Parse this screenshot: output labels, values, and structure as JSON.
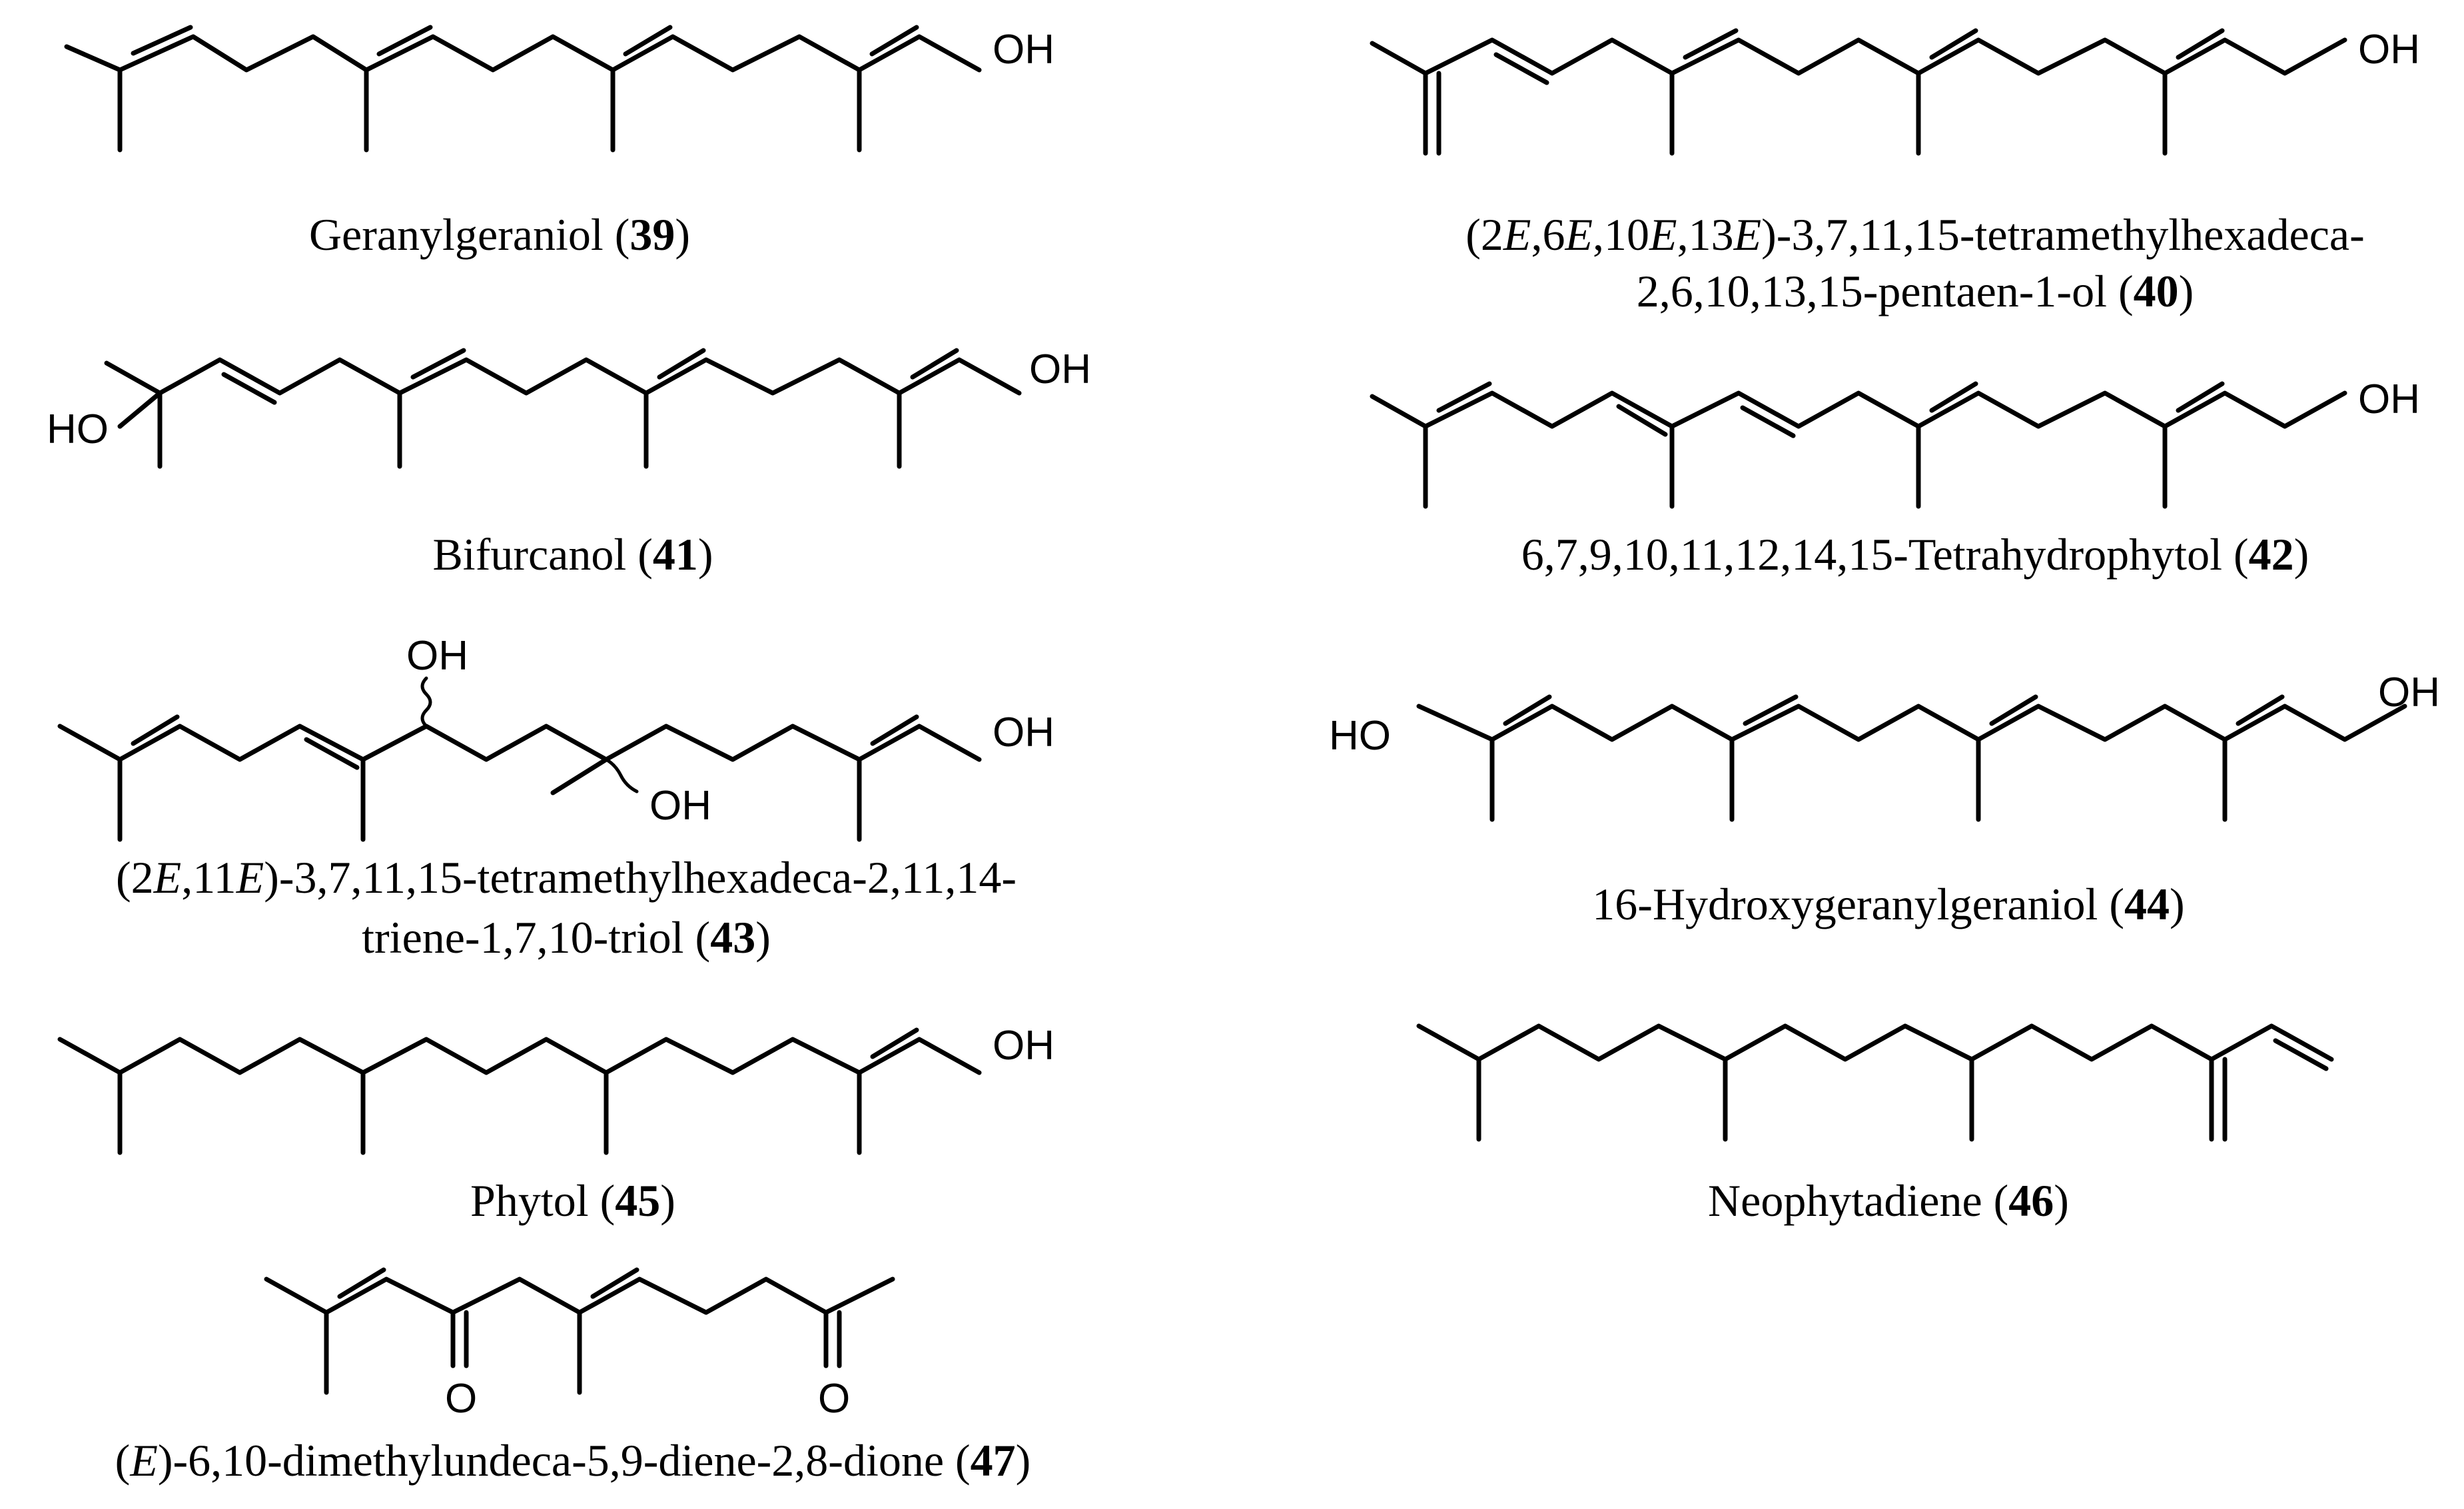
{
  "atoms": {
    "hydroxyl": "OH",
    "hydroxyl_left": "HO",
    "oxygen": "O"
  },
  "compounds": {
    "c39": {
      "name": "Geranylgeraniol (",
      "number": "39",
      "close": ")"
    },
    "c40": {
      "line1_a": "(2",
      "E1": "E",
      "line1_b": ",6",
      "E2": "E",
      "line1_c": ",10",
      "E3": "E",
      "line1_d": ",13",
      "E4": "E",
      "line1_e": ")-3,7,11,15-tetramethylhexadeca-",
      "line2": "2,6,10,13,15-pentaen-1-ol (",
      "number": "40",
      "close": ")"
    },
    "c41": {
      "name": "Bifurcanol (",
      "number": "41",
      "close": ")"
    },
    "c42": {
      "name": "6,7,9,10,11,12,14,15-Tetrahydrophytol (",
      "number": "42",
      "close": ")"
    },
    "c43": {
      "line1_a": "(2",
      "E1": "E",
      "line1_b": ",11",
      "E2": "E",
      "line1_c": ")-3,7,11,15-tetramethylhexadeca-2,11,14-",
      "line2": "triene-1,7,10-triol (",
      "number": "43",
      "close": ")"
    },
    "c44": {
      "name": "16-Hydroxygeranylgeraniol (",
      "number": "44",
      "close": ")"
    },
    "c45": {
      "name": "Phytol (",
      "number": "45",
      "close": ")"
    },
    "c46": {
      "name": "Neophytadiene (",
      "number": "46",
      "close": ")"
    },
    "c47": {
      "open": "(",
      "E1": "E",
      "name": ")-6,10-dimethylundeca-5,9-diene-2,8-dione (",
      "number": "47",
      "close": ")"
    }
  }
}
